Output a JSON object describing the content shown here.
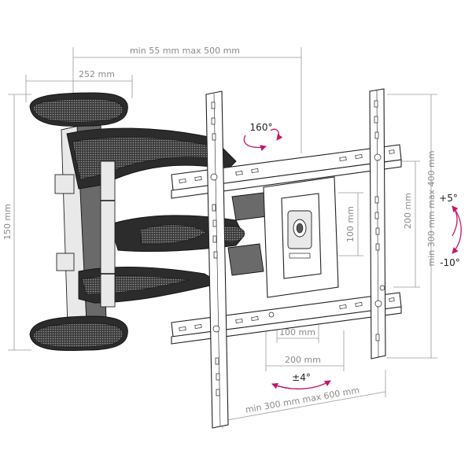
{
  "dimensions": {
    "arm_extension": "min 55 mm max 500 mm",
    "wall_plate_width": "252 mm",
    "wall_plate_height": "150 mm",
    "bracket_width": "min 300 mm max 600 mm",
    "bracket_height": "min 300 mm max 400 mm",
    "vesa_100_h": "100 mm",
    "vesa_200_h": "200 mm",
    "vesa_100_v": "100 mm",
    "vesa_200_v": "200 mm"
  },
  "angles": {
    "swivel": "160°",
    "tilt_up": "+5°",
    "tilt_down": "-10°",
    "rotate": "±4°"
  },
  "colors": {
    "accent": "#c2186b",
    "dimension": "#8a8a8a",
    "ink": "#222222"
  },
  "icons": [
    "swivel-arrow-icon",
    "tilt-arrow-icon",
    "rotate-arrow-icon"
  ]
}
